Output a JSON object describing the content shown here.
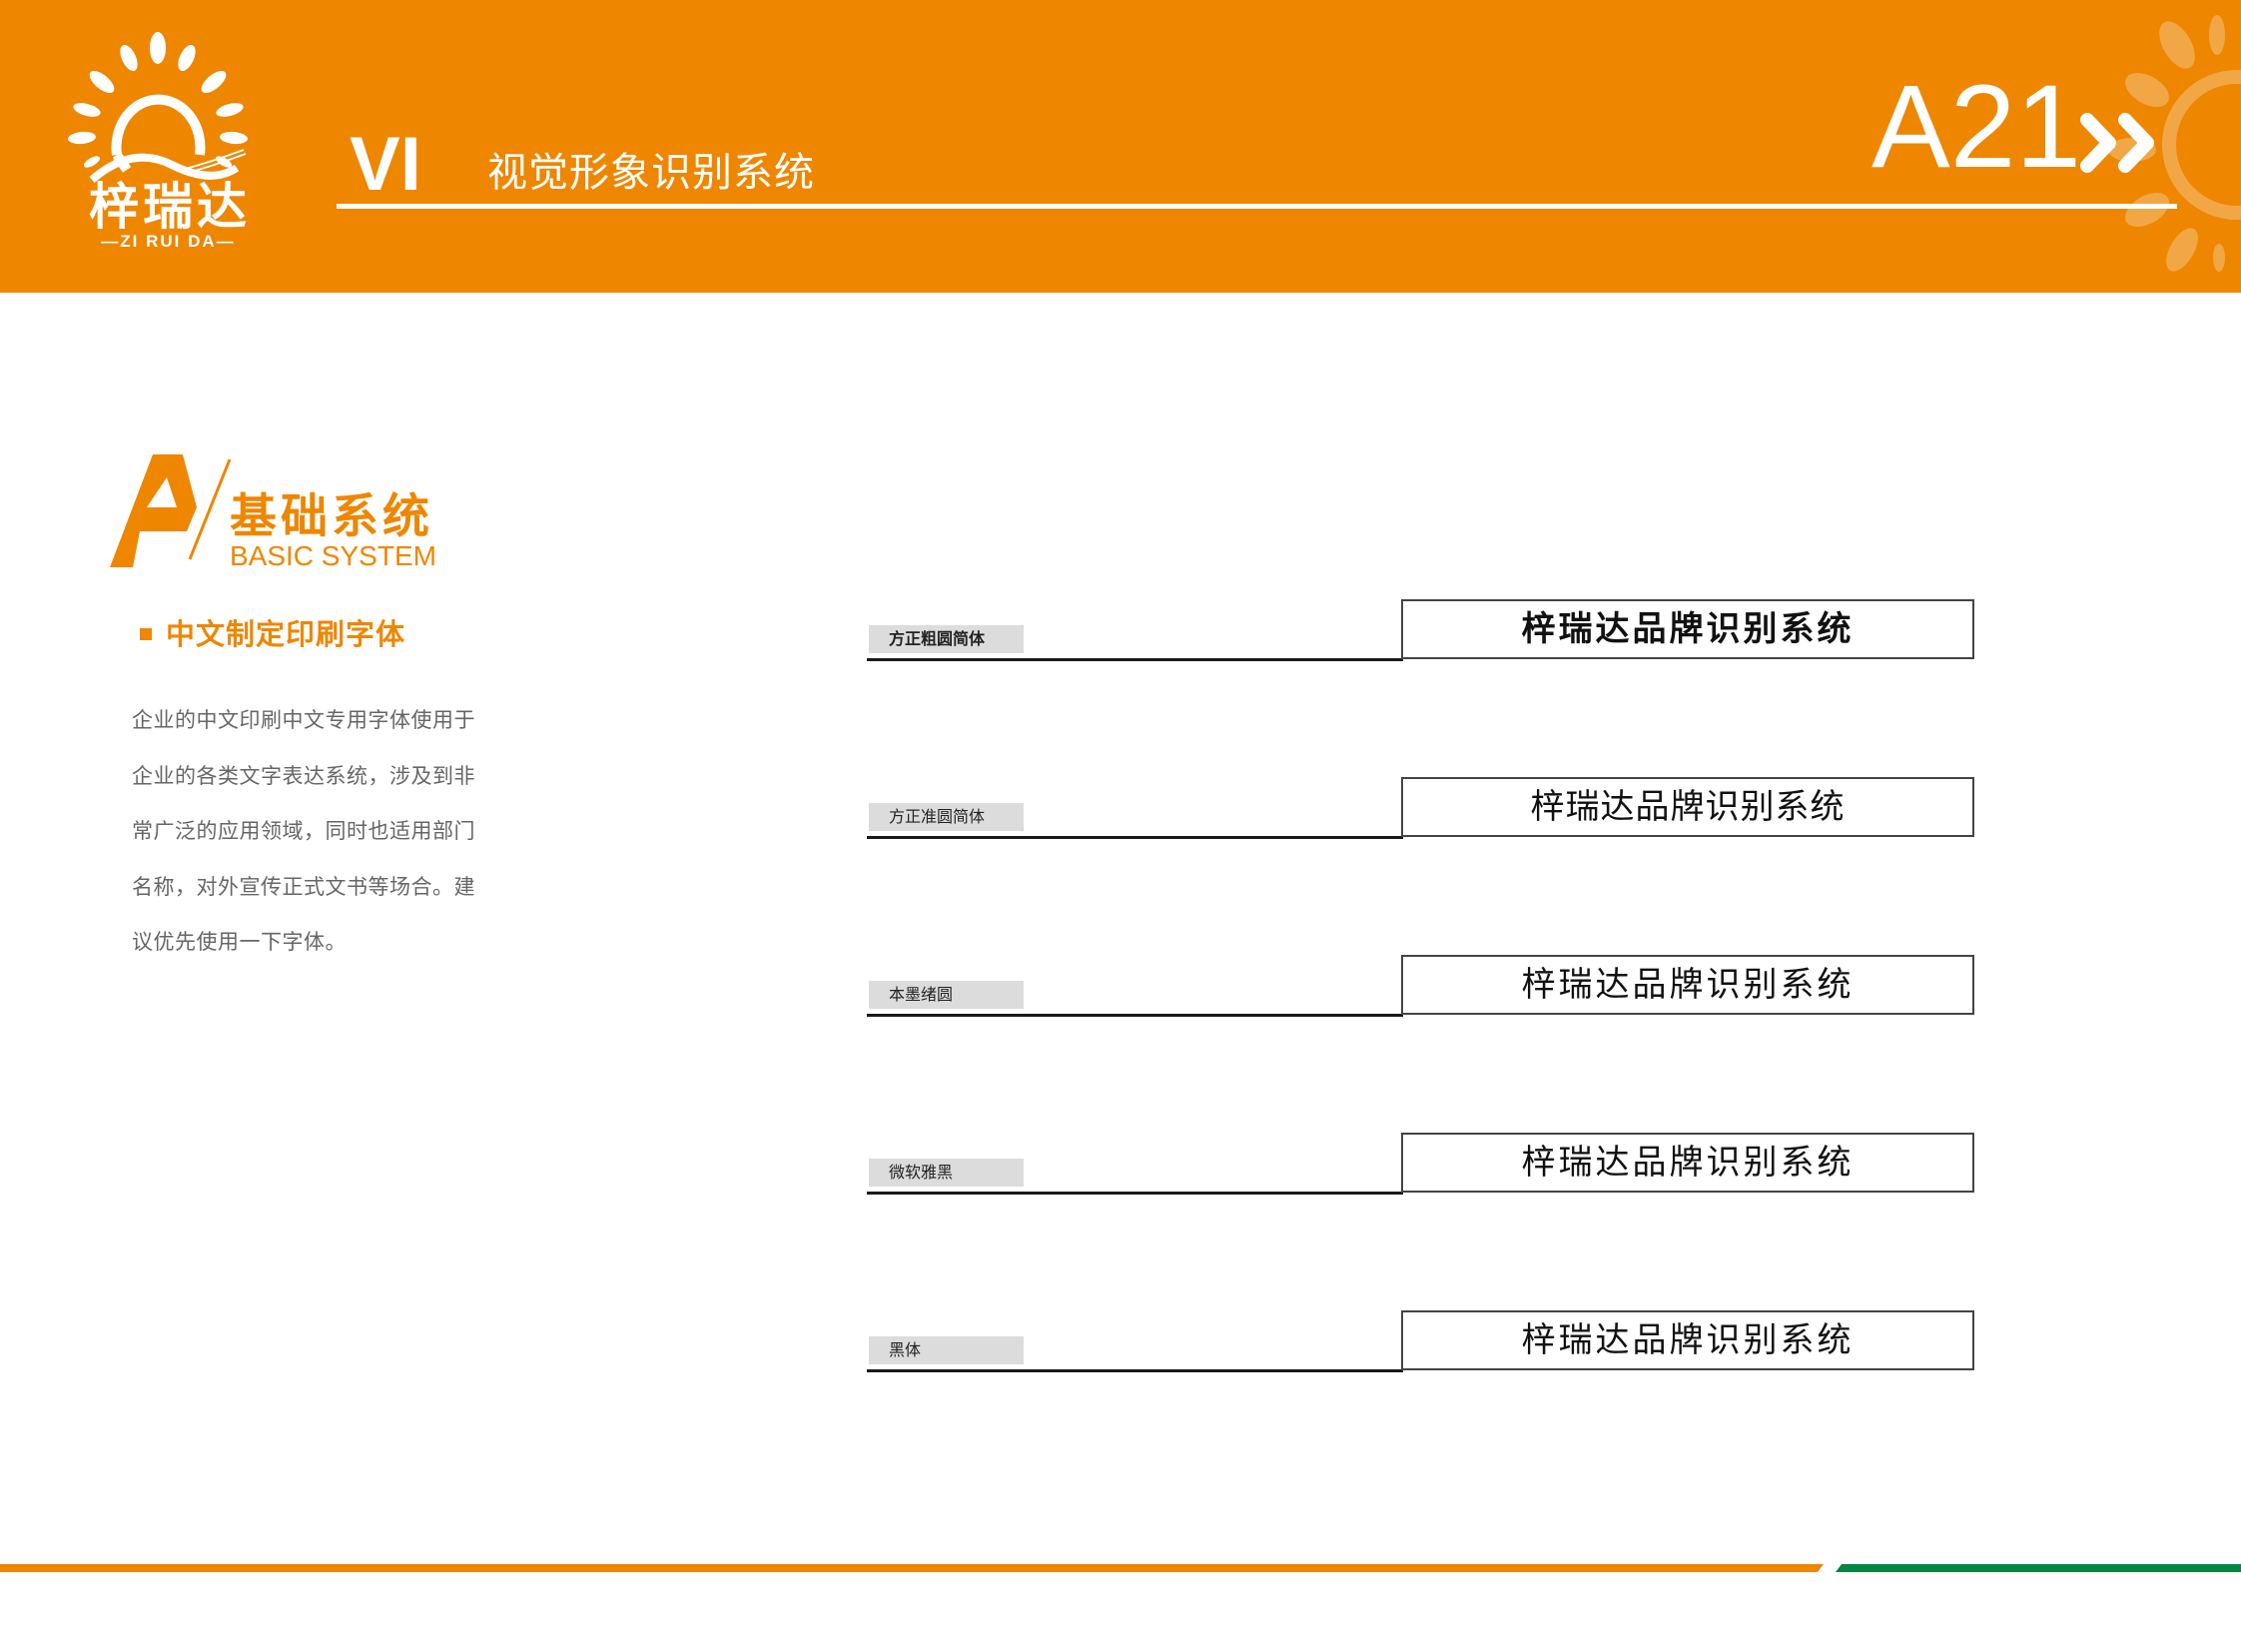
{
  "header": {
    "brand_cn": "梓瑞达",
    "brand_en": "—ZI RUI DA—",
    "vi_label": "VI",
    "title": "视觉形象识别系统",
    "page_code": "A21",
    "colors": {
      "brand_orange": "#ee8600",
      "accent_green": "#058744",
      "white": "#ffffff"
    }
  },
  "section": {
    "letter": "A",
    "title_cn": "基础系统",
    "title_en": "BASIC SYSTEM",
    "sub_heading": "中文制定印刷字体",
    "description_lines": [
      "企业的中文印刷中文专用字体使用于",
      "企业的各类文字表达系统，涉及到非",
      "常广泛的应用领域，同时也适用部门",
      "名称，对外宣传正式文书等场合。建",
      "议优先使用一下字体。"
    ]
  },
  "font_samples": [
    {
      "font_name": "方正粗圆简体",
      "sample_text": "梓瑞达品牌识别系统"
    },
    {
      "font_name": "方正准圆简体",
      "sample_text": "梓瑞达品牌识别系统"
    },
    {
      "font_name": "本墨绪圆",
      "sample_text": "梓瑞达品牌识别系统"
    },
    {
      "font_name": "微软雅黑",
      "sample_text": "梓瑞达品牌识别系统"
    },
    {
      "font_name": "黑体",
      "sample_text": "梓瑞达品牌识别系统"
    }
  ],
  "icons": {
    "logo": "sun-over-wave-logo-icon",
    "chevrons": "double-chevron-right-icon",
    "sun_decoration": "sun-decoration-icon",
    "section_mark": "letter-a-slash-icon",
    "bullet": "square-bullet-icon"
  }
}
